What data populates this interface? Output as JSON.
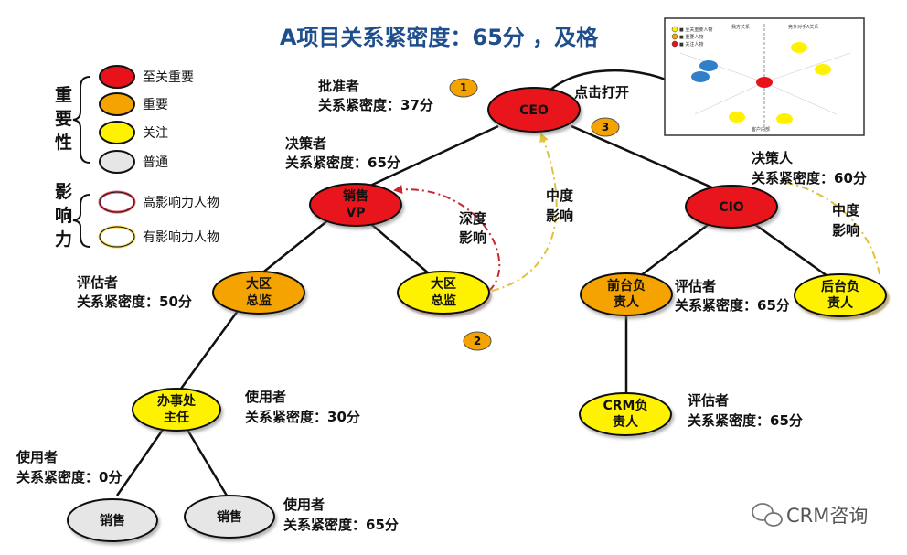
{
  "title": "A项目关系紧密度：65分 ，及格",
  "legend": {
    "importance_heading": [
      "重",
      "要",
      "性"
    ],
    "importance_items": [
      {
        "label": "至关重要",
        "color": "#e8121a"
      },
      {
        "label": "重要",
        "color": "#f5a300"
      },
      {
        "label": "关注",
        "color": "#fff200"
      },
      {
        "label": "普通",
        "color": "#e6e6e6"
      }
    ],
    "influence_heading": [
      "影",
      "响",
      "力"
    ],
    "influence_items": [
      {
        "label": "高影响力人物",
        "ring": "#e85a6a"
      },
      {
        "label": "有影响力人物",
        "ring": "#f2d35a"
      }
    ]
  },
  "nodes": {
    "ceo": {
      "lines": [
        "CEO"
      ],
      "fill": "#e8121a"
    },
    "sales_vp": {
      "lines": [
        "销售",
        "VP"
      ],
      "fill": "#e8121a"
    },
    "cio": {
      "lines": [
        "CIO"
      ],
      "fill": "#e8121a"
    },
    "region_dir_1": {
      "lines": [
        "大区",
        "总监"
      ],
      "fill": "#f5a300"
    },
    "region_dir_2": {
      "lines": [
        "大区",
        "总监"
      ],
      "fill": "#fff200"
    },
    "front_desk": {
      "lines": [
        "前台负",
        "责人"
      ],
      "fill": "#f5a300"
    },
    "back_office": {
      "lines": [
        "后台负",
        "责人"
      ],
      "fill": "#fff200"
    },
    "office_head": {
      "lines": [
        "办事处",
        "主任"
      ],
      "fill": "#fff200"
    },
    "crm_head": {
      "lines": [
        "CRM负",
        "责人"
      ],
      "fill": "#fff200"
    },
    "sales_1": {
      "lines": [
        "销售"
      ],
      "fill": "#e6e6e6"
    },
    "sales_2": {
      "lines": [
        "销售"
      ],
      "fill": "#e6e6e6"
    }
  },
  "role_labels": {
    "ceo": [
      "批准者",
      "关系紧密度：37分"
    ],
    "sales_vp": [
      "决策者",
      "关系紧密度：65分"
    ],
    "cio": [
      "决策人",
      "关系紧密度：60分"
    ],
    "region_dir_1": [
      "评估者",
      "关系紧密度：50分"
    ],
    "front_desk": [
      "评估者",
      "关系紧密度：65分"
    ],
    "office_head": [
      "使用者",
      "关系紧密度：30分"
    ],
    "crm_head": [
      "评估者",
      "关系紧密度：65分"
    ],
    "sales_1": [
      "使用者",
      "关系紧密度：0分"
    ],
    "sales_2": [
      "使用者",
      "关系紧密度：65分"
    ]
  },
  "influence_labels": {
    "deep": [
      "深度",
      "影响"
    ],
    "medium_1": [
      "中度",
      "影响"
    ],
    "medium_2": [
      "中度",
      "影响"
    ]
  },
  "click_open": "点击打开",
  "badges": [
    "1",
    "2",
    "3"
  ],
  "watermark": "CRM咨询",
  "thumbnail": {
    "legend": [
      "■ 至关重要人物",
      "■ 重要人物",
      "■ 关注人物"
    ],
    "headers": [
      "我方关系",
      "竞争对手A关系"
    ],
    "footer": "客户内部"
  }
}
